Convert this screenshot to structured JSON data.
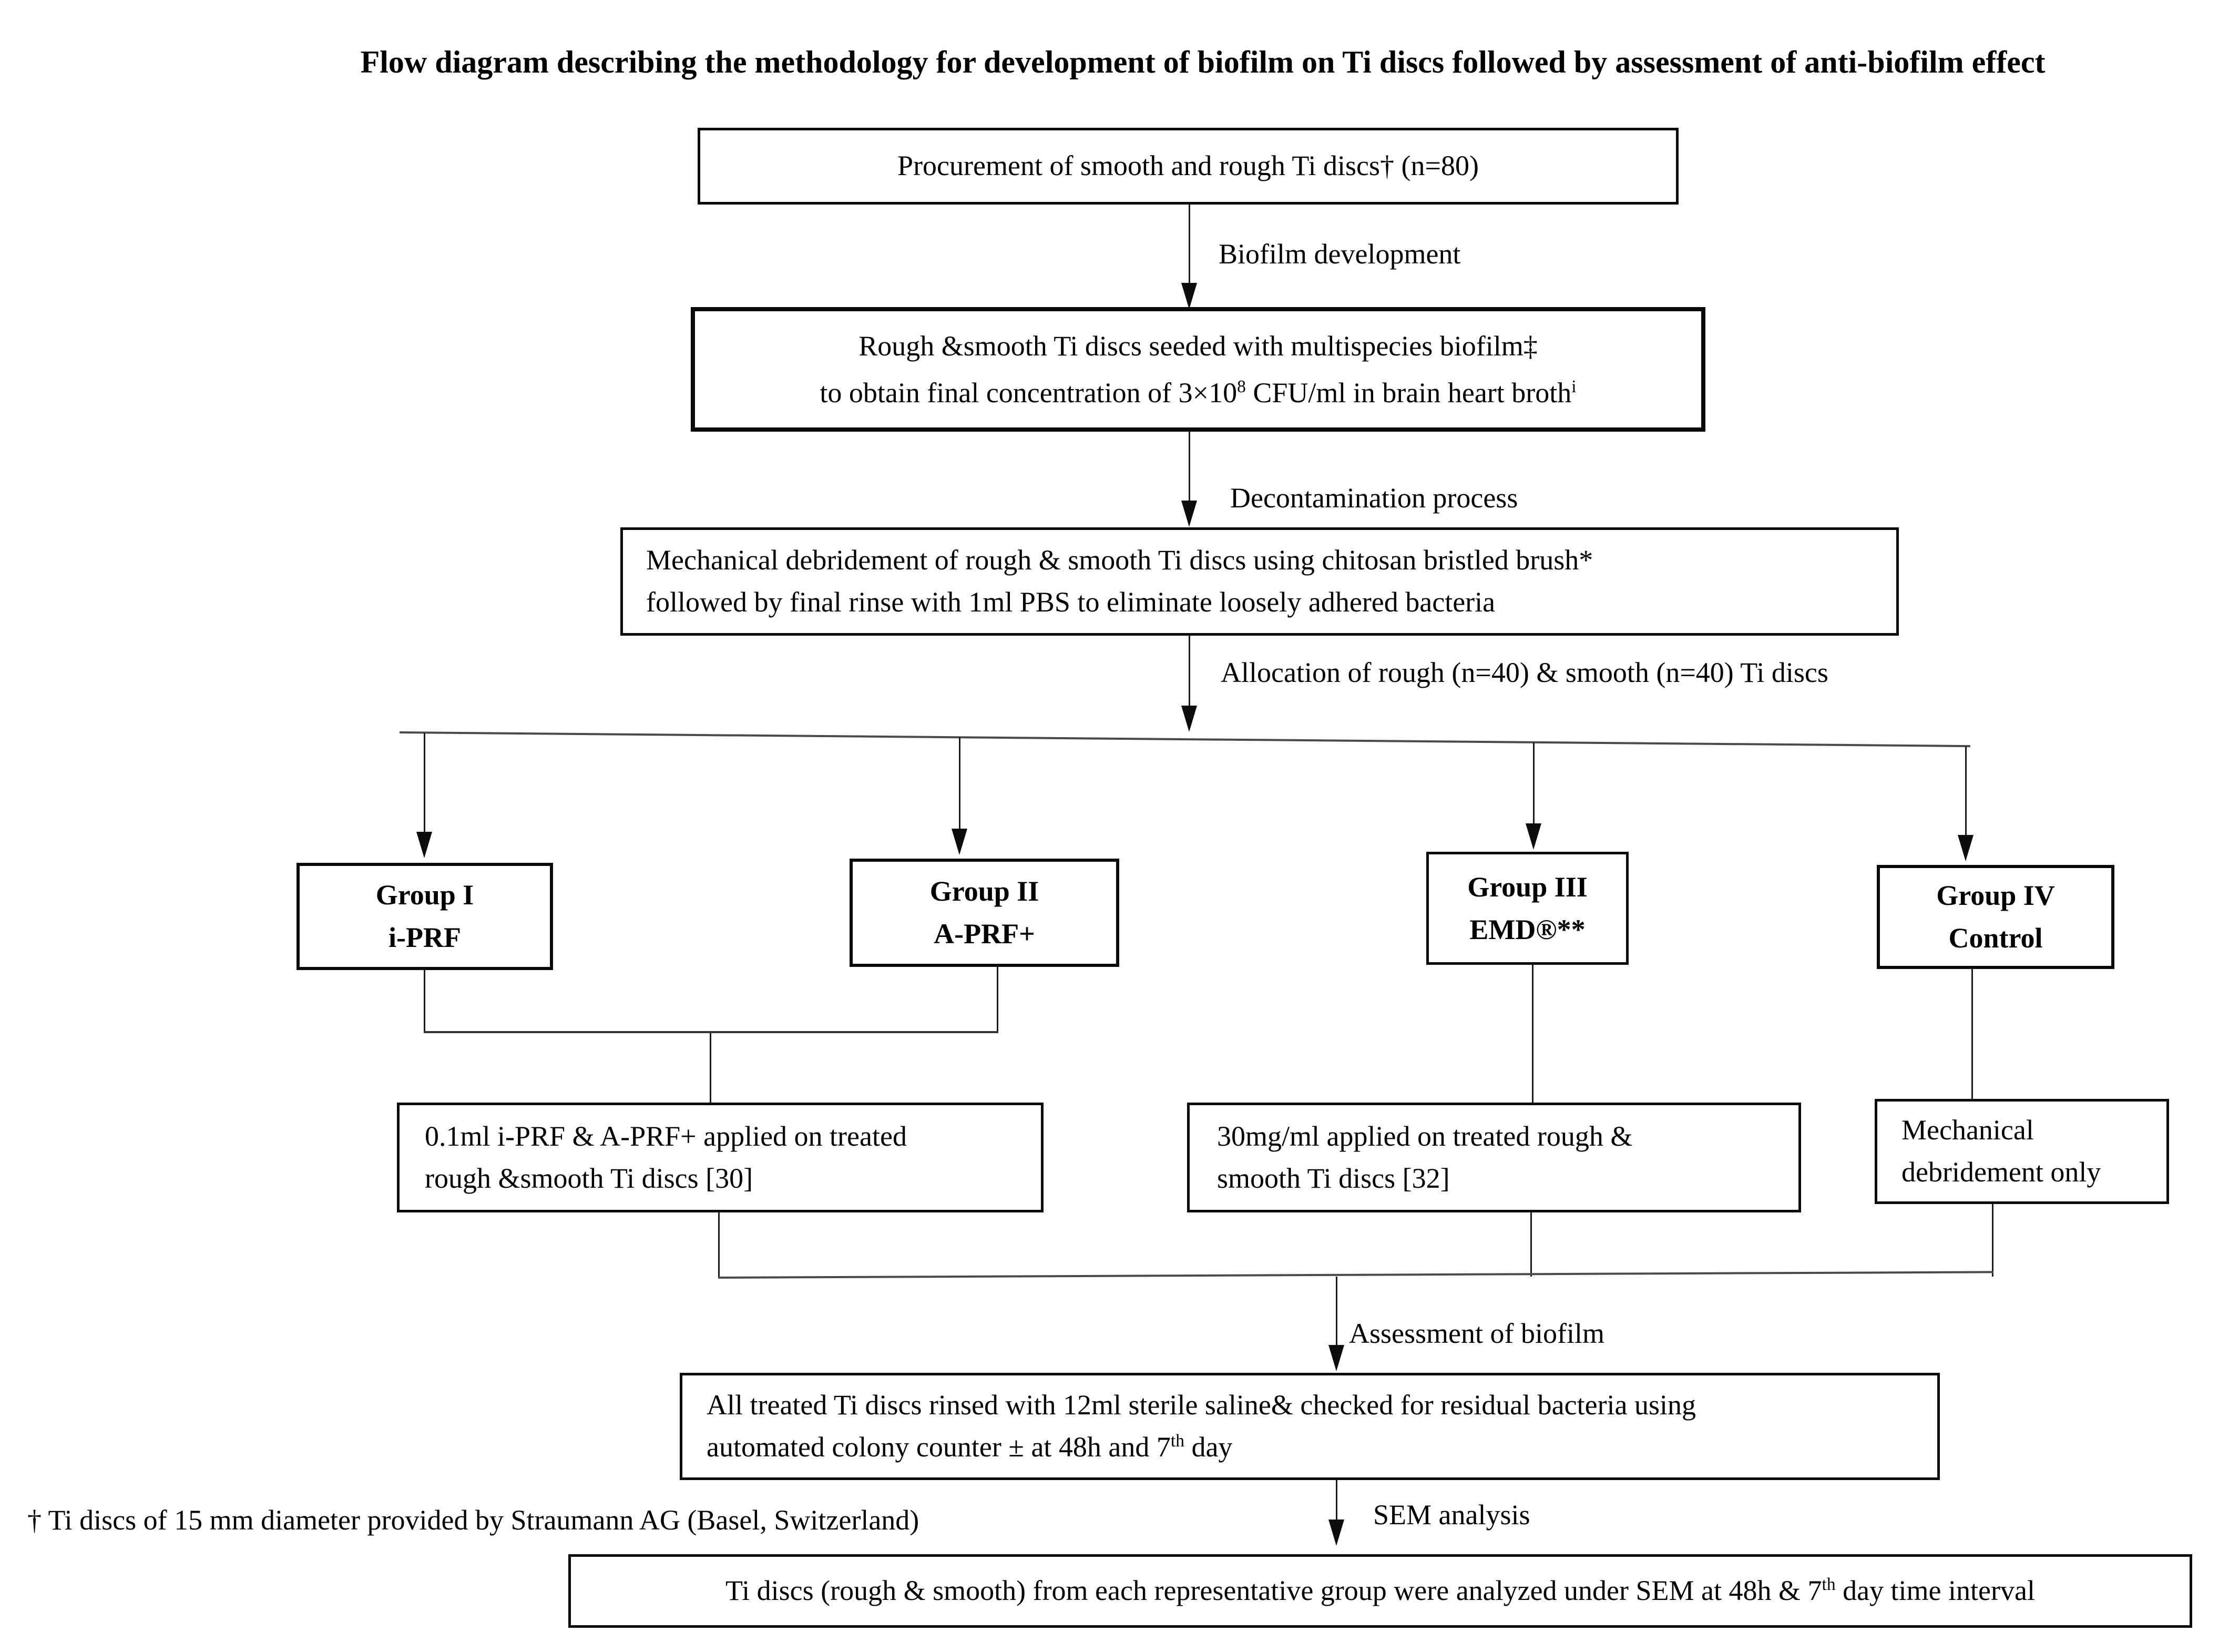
{
  "title": "Flow diagram describing the  methodology for development of biofilm on Ti discs followed by assessment of anti-biofilm effect",
  "boxes": {
    "procurement": {
      "text": "Procurement of smooth and rough Ti discs† (n=80)"
    },
    "seeded": {
      "line1": "Rough &smooth Ti discs seeded with multispecies biofilm‡",
      "line2_a": "to obtain final concentration of 3×10",
      "line2_sup1": "8",
      "line2_b": " CFU/ml in brain heart broth",
      "line2_sup2": "i"
    },
    "debridement": {
      "line1": "Mechanical debridement of rough & smooth Ti discs using chitosan bristled brush*",
      "line2": "followed by final rinse with 1ml PBS to eliminate loosely adhered bacteria"
    },
    "groups": [
      {
        "line1": "Group I",
        "line2": "i-PRF"
      },
      {
        "line1": "Group II",
        "line2": "A-PRF+"
      },
      {
        "line1": "Group III",
        "line2": "EMD®**"
      },
      {
        "line1": "Group IV",
        "line2": "Control"
      }
    ],
    "treatment_prf": {
      "line1": "0.1ml i-PRF & A-PRF+ applied on treated",
      "line2": "rough &smooth Ti discs [30]"
    },
    "treatment_emd": {
      "line1": "30mg/ml applied on treated rough &",
      "line2": "smooth Ti discs [32]"
    },
    "treatment_control": {
      "line1": "Mechanical",
      "line2": "debridement only"
    },
    "assessment": {
      "line1": "All treated Ti discs rinsed with 12ml sterile saline& checked for residual bacteria using",
      "line2_a": "automated colony counter ± at 48h and 7",
      "line2_sup": "th",
      "line2_b": " day"
    },
    "sem_box": {
      "line_a": "Ti discs (rough & smooth) from each representative group were analyzed under SEM at 48h & 7",
      "line_sup": "th",
      "line_b": " day time interval"
    }
  },
  "labels": {
    "biofilm_development": "Biofilm development",
    "decontamination": "Decontamination process",
    "allocation": "Allocation of rough (n=40) & smooth (n=40) Ti discs",
    "assessment": "Assessment of biofilm",
    "sem": "SEM analysis"
  },
  "footnote": "† Ti discs of 15 mm diameter provided by Straumann AG (Basel, Switzerland)",
  "colors": {
    "ink": "#000000",
    "line": "#1c1c1c"
  }
}
